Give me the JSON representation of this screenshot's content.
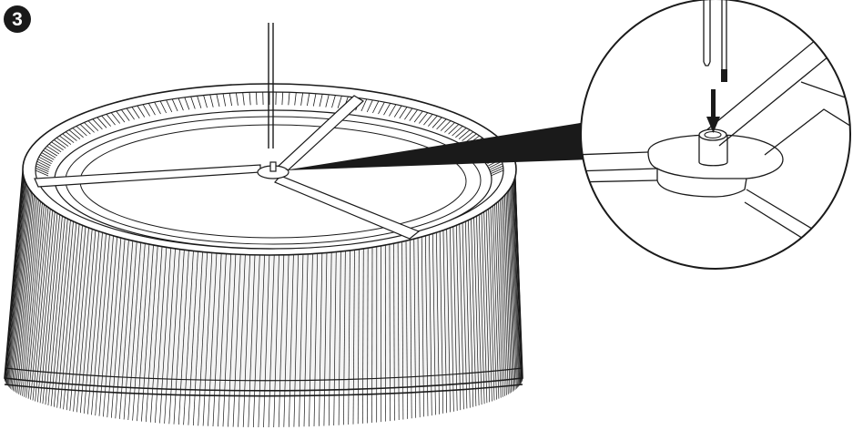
{
  "step": {
    "number": "3"
  },
  "colors": {
    "ink": "#1a1a1a",
    "paper": "#ffffff",
    "pleat_fill": "#f4f4f4",
    "badge_bg": "#1a1a1a",
    "badge_text": "#ffffff"
  },
  "illustration": {
    "main": "lampshade-with-three-arm-spider-and-hanging-cable",
    "detail": "magnified-view-of-cable-inserted-into-spider-hub",
    "arrow": "down-arrow-into-hub",
    "pleat_count": 160
  }
}
